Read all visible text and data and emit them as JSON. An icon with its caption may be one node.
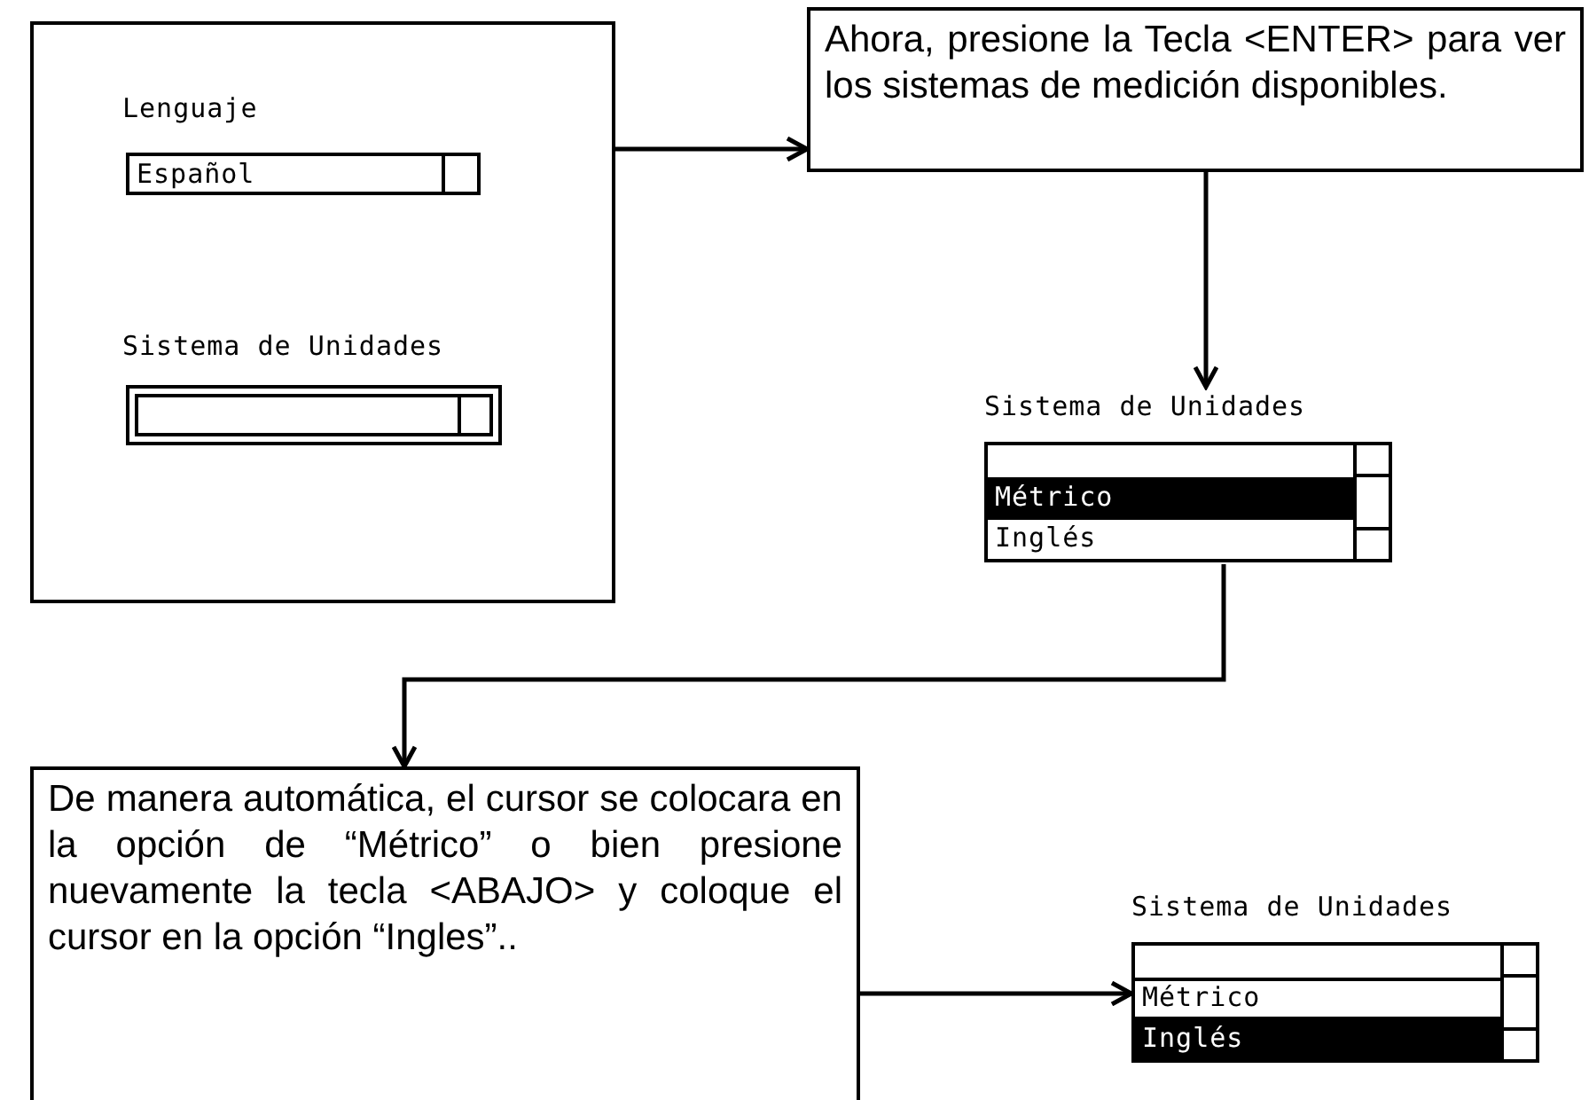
{
  "diagram": {
    "nodes": [
      {
        "text": [
          "Lenguaje",
          "Sistema de Unidades"
        ]
      },
      {
        "text": [
          "Español"
        ],
        "in": 0
      },
      {
        "text": [],
        "shape": "box",
        "in": 0
      },
      {
        "text": [
          "Ahora, presione la Tecla <ENTER> para ver los sistemas de medición disponibles."
        ]
      },
      {
        "text": [
          "Sistema de Unidades"
        ]
      },
      {
        "text": [
          "Métrico"
        ],
        "in": 4
      },
      {
        "text": [
          "Inglés"
        ],
        "in": 4
      },
      {
        "text": [
          "De manera automática, el cursor se colocara en la opción de “Métrico” o bien presione nuevamente la tecla <ABAJO> y coloque el cursor en la opción “Ingles”.."
        ]
      },
      {
        "text": [
          "Sistema de Unidades"
        ]
      },
      {
        "text": [
          "Métrico"
        ],
        "in": 8
      },
      {
        "text": [
          "Inglés"
        ],
        "in": 8
      }
    ],
    "edges": [
      {
        "from": 0,
        "to": 3,
        "arrow": "to"
      },
      {
        "from": 3,
        "to": 4,
        "arrow": "to"
      },
      {
        "from": 4,
        "to": 7,
        "arrow": "to"
      },
      {
        "from": 7,
        "to": 8,
        "arrow": "to"
      }
    ]
  }
}
